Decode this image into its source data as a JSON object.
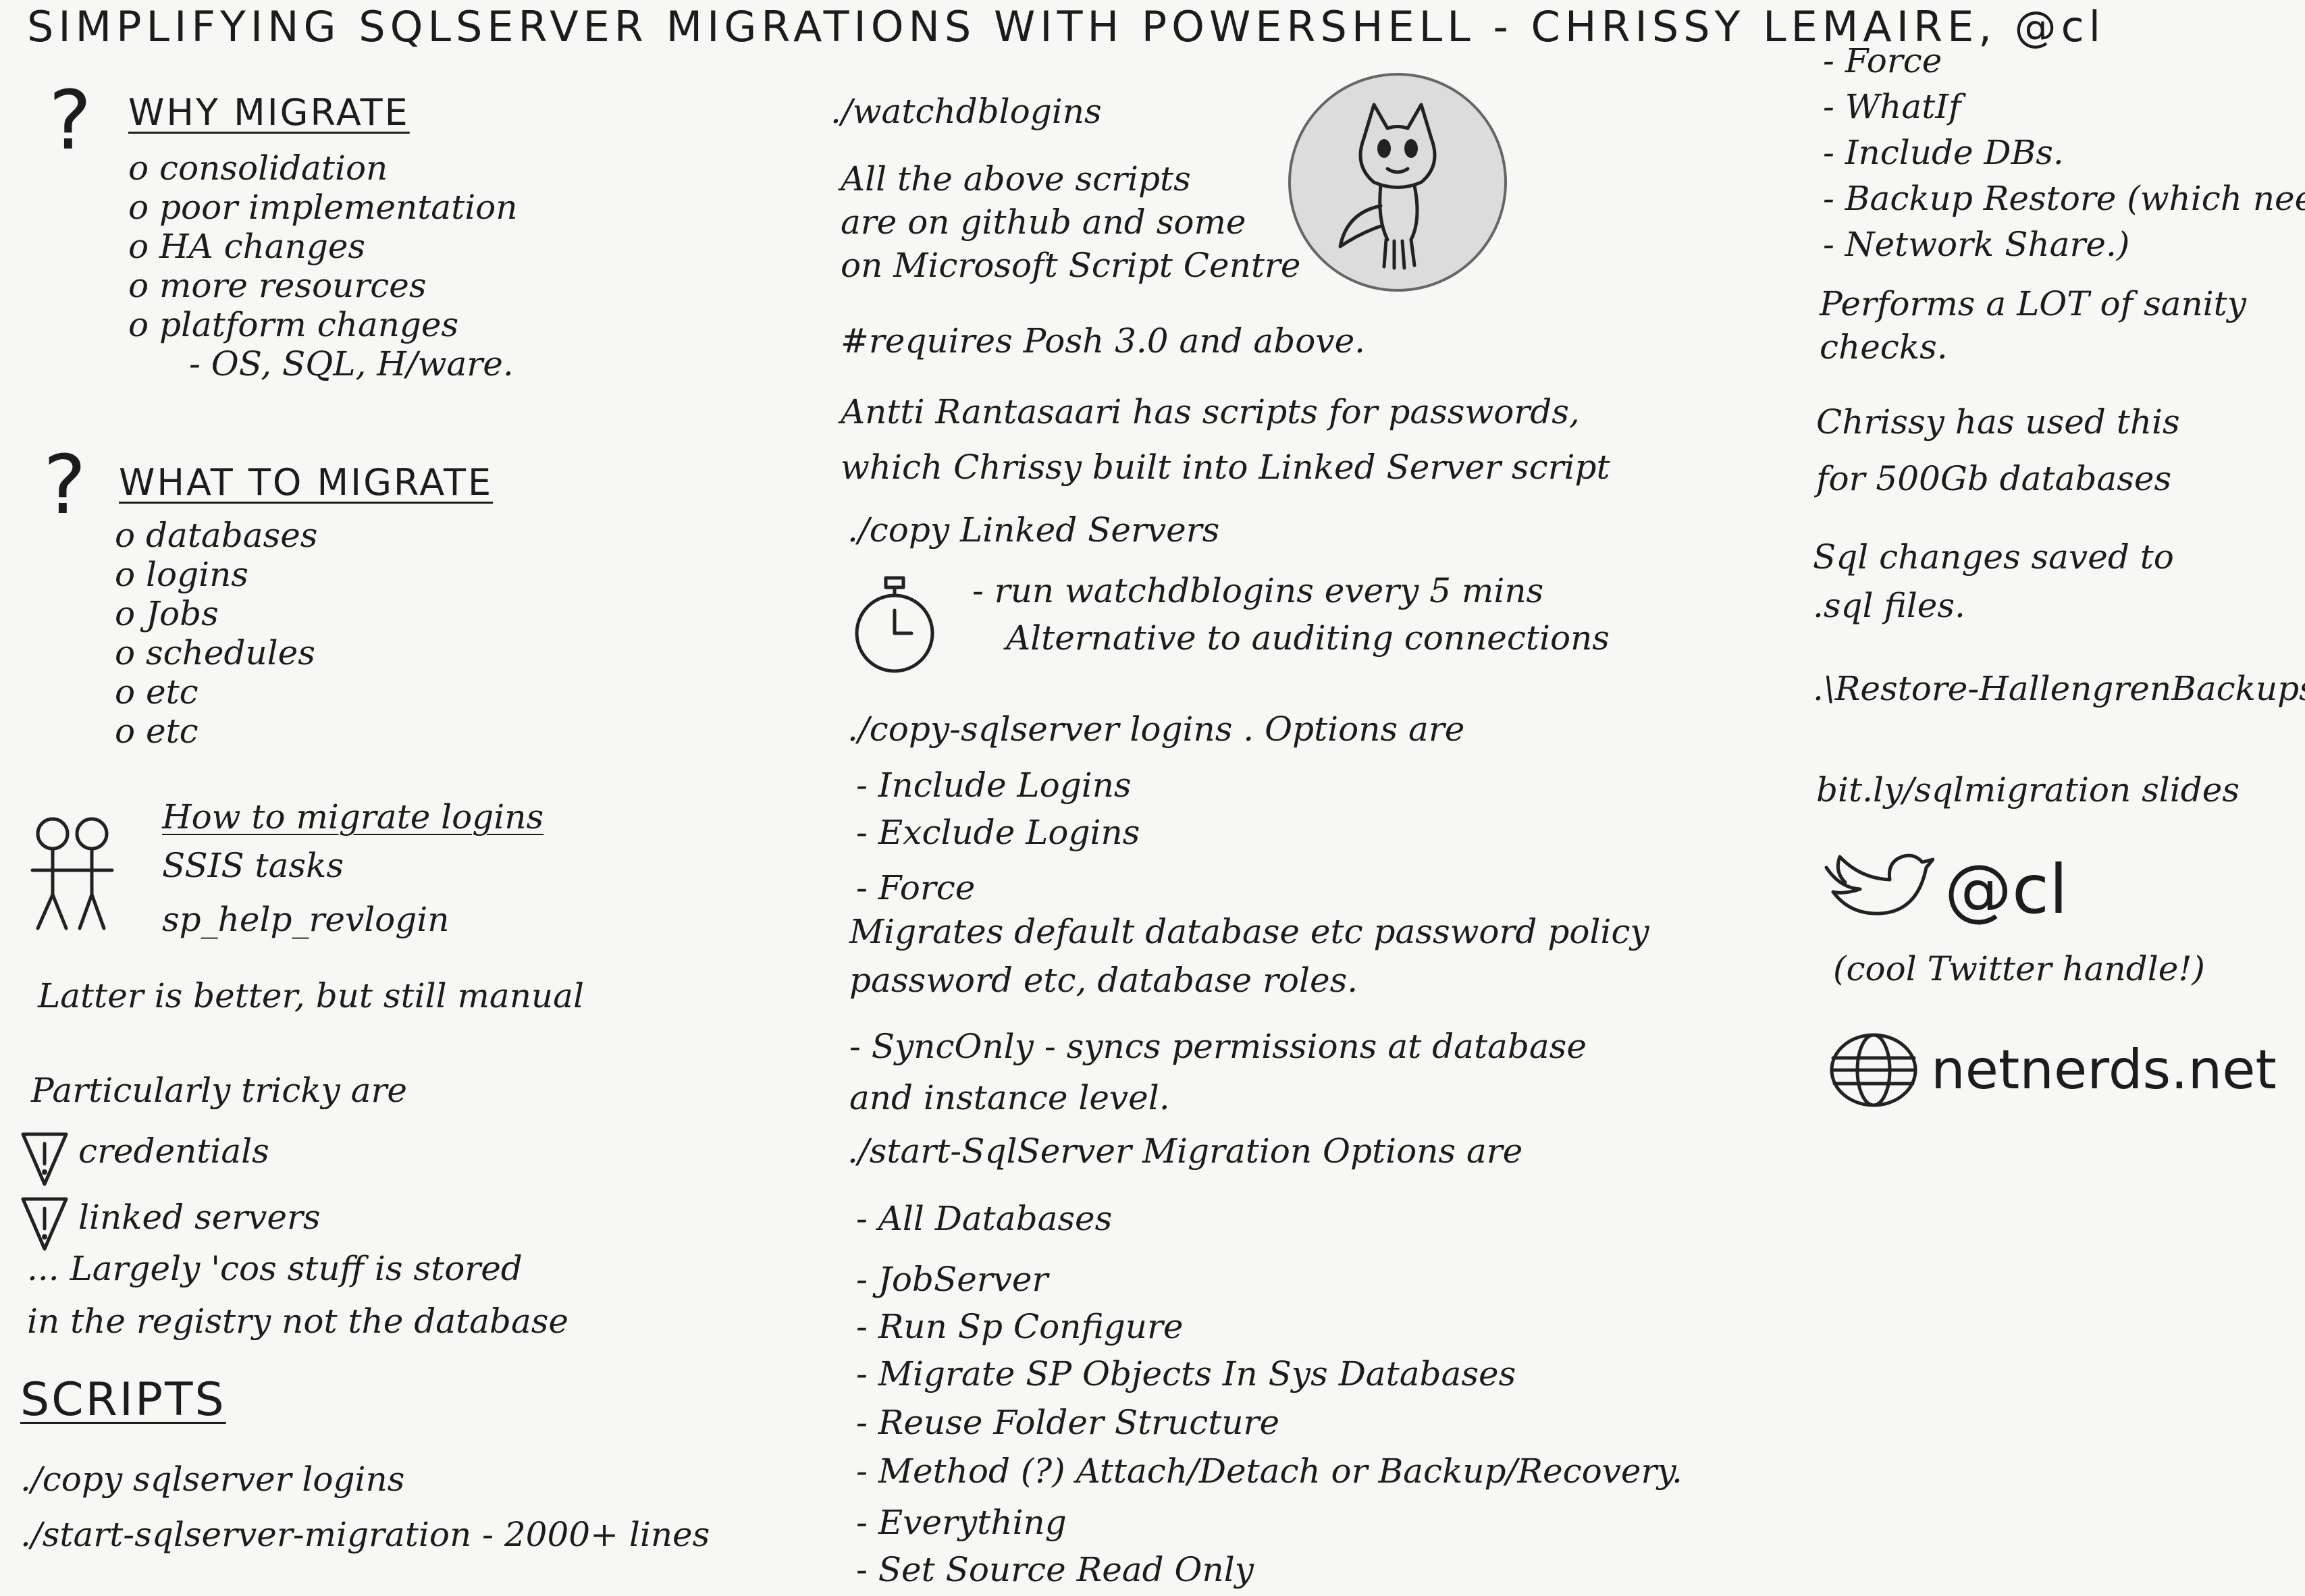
{
  "title": "SIMPLIFYING SQLSERVER MIGRATIONS WITH POWERSHELL - CHRISSY LEMAIRE, @cl",
  "why_migrate": {
    "heading": "WHY MIGRATE",
    "items": [
      "o consolidation",
      "o poor implementation",
      "o HA changes",
      "o more resources",
      "o platform changes"
    ],
    "sub_item": "- OS, SQL, H/ware."
  },
  "what_to_migrate": {
    "heading": "WHAT TO MIGRATE",
    "items": [
      "o databases",
      "o logins",
      "o Jobs",
      "o schedules",
      "o etc",
      "o etc"
    ]
  },
  "logins": {
    "heading": "How to migrate logins",
    "items": [
      "SSIS tasks",
      "sp_help_revlogin"
    ],
    "note": "Latter is better, but still manual"
  },
  "tricky": {
    "intro": "Particularly tricky are",
    "items": [
      "credentials",
      "linked servers"
    ],
    "note_lines": [
      "... Largely 'cos stuff is stored",
      "in the registry not the database"
    ]
  },
  "scripts": {
    "heading": "SCRIPTS",
    "items": [
      "./copy sqlserver logins",
      "./start-sqlserver-migration - 2000+ lines"
    ]
  },
  "middle": {
    "watch": "./watchdblogins",
    "github_lines": [
      "All the above scripts",
      "are on github and some",
      "on Microsoft Script Centre"
    ],
    "requires": "#requires Posh 3.0 and above.",
    "antti_lines": [
      "Antti Rantasaari has scripts for passwords,",
      "which Chrissy built into Linked Server script"
    ],
    "copy_linked": "./copy Linked Servers",
    "timer_lines": [
      "- run watchdblogins every 5 mins",
      "Alternative to auditing connections"
    ],
    "copy_logins": "./copy-sqlserver logins . Options are",
    "login_options": [
      "- Include Logins",
      "- Exclude Logins",
      "- Force"
    ],
    "migrates_lines": [
      "Migrates default database etc password policy",
      "password etc, database roles."
    ],
    "sync_lines": [
      "- SyncOnly - syncs permissions at database",
      "and instance level."
    ],
    "start": "./start-SqlServer Migration Options are",
    "start_options": [
      "- All Databases",
      "- JobServer",
      "- Run Sp Configure",
      "- Migrate SP Objects In Sys Databases",
      "- Reuse Folder Structure",
      "- Method (?) Attach/Detach or Backup/Recovery.",
      "- Everything",
      "- Set Source Read Only"
    ]
  },
  "right": {
    "options": [
      "- Force",
      "- WhatIf",
      "- Include DBs.",
      "- Backup Restore (which needs",
      "- Network Share.)"
    ],
    "sanity_lines": [
      "Performs a LOT of sanity",
      "checks."
    ],
    "used_lines": [
      "Chrissy has used this",
      "for 500Gb databases"
    ],
    "sql_lines": [
      "Sql changes saved to",
      ".sql files."
    ],
    "restore": ".\\Restore-HallengrenBackups",
    "slides": "bit.ly/sqlmigration slides",
    "handle": "@cl",
    "handle_note": "(cool Twitter handle!)",
    "website": "netnerds.net"
  },
  "icons": {
    "question_mark": "question-mark-icon",
    "people": "stick-figures-icon",
    "warning": "warning-icon",
    "octocat": "octocat-icon",
    "stopwatch": "stopwatch-icon",
    "twitter": "twitter-bird-icon",
    "globe": "globe-icon"
  }
}
